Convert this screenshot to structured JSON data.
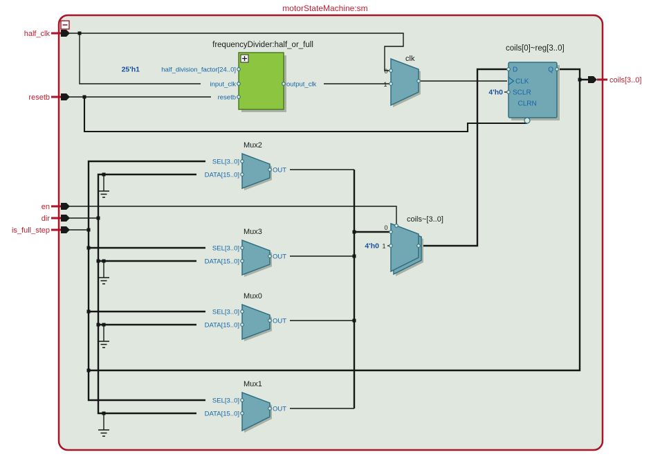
{
  "title": "motorStateMachine:sm",
  "colors": {
    "frame_border": "#aa1428",
    "frame_fill": "#dfe7df",
    "port_text": "#bf1e2e",
    "wire": "#161616",
    "pin_text": "#1565a5",
    "constant_text": "#1a4fa0",
    "label_text": "#1a1a1a",
    "mux_fill": "#72a7b4",
    "mux_stroke": "#2f6f82",
    "green_fill": "#8cc640",
    "green_stroke": "#4e7a20",
    "shadow": "#a9b0a4"
  },
  "ports": {
    "inputs": [
      "half_clk",
      "resetb",
      "en",
      "dir",
      "is_full_step"
    ],
    "output": "coils[3..0]"
  },
  "divider": {
    "label": "frequencyDivider:half_or_full",
    "pin_constant": "25'h1",
    "pins_in": [
      "half_division_factor[24..0]",
      "input_clk",
      "resetb"
    ],
    "pin_out": "output_clk"
  },
  "clk_mux": {
    "label": "clk",
    "in0": "0",
    "in1": "1"
  },
  "coils_mux": {
    "label": "coils~[3..0]",
    "in0": "0",
    "in1": "1",
    "constant": "4'h0"
  },
  "register": {
    "label": "coils[0]~reg[3..0]",
    "d": "D",
    "clk": "CLK",
    "sclr": "SCLR",
    "clrn": "CLRN",
    "q": "Q",
    "sclr_constant": "4'h0"
  },
  "muxes": [
    {
      "label": "Mux2",
      "sel": "SEL[3..0]",
      "data": "DATA[15..0]",
      "out": "OUT"
    },
    {
      "label": "Mux3",
      "sel": "SEL[3..0]",
      "data": "DATA[15..0]",
      "out": "OUT"
    },
    {
      "label": "Mux0",
      "sel": "SEL[3..0]",
      "data": "DATA[15..0]",
      "out": "OUT"
    },
    {
      "label": "Mux1",
      "sel": "SEL[3..0]",
      "data": "DATA[15..0]",
      "out": "OUT"
    }
  ],
  "icons": {
    "collapse_module": "minus",
    "expand_block": "plus",
    "ground": "gnd-symbol",
    "clock_pin": "clock-triangle",
    "clrn_bubble": "inverter-bubble"
  }
}
